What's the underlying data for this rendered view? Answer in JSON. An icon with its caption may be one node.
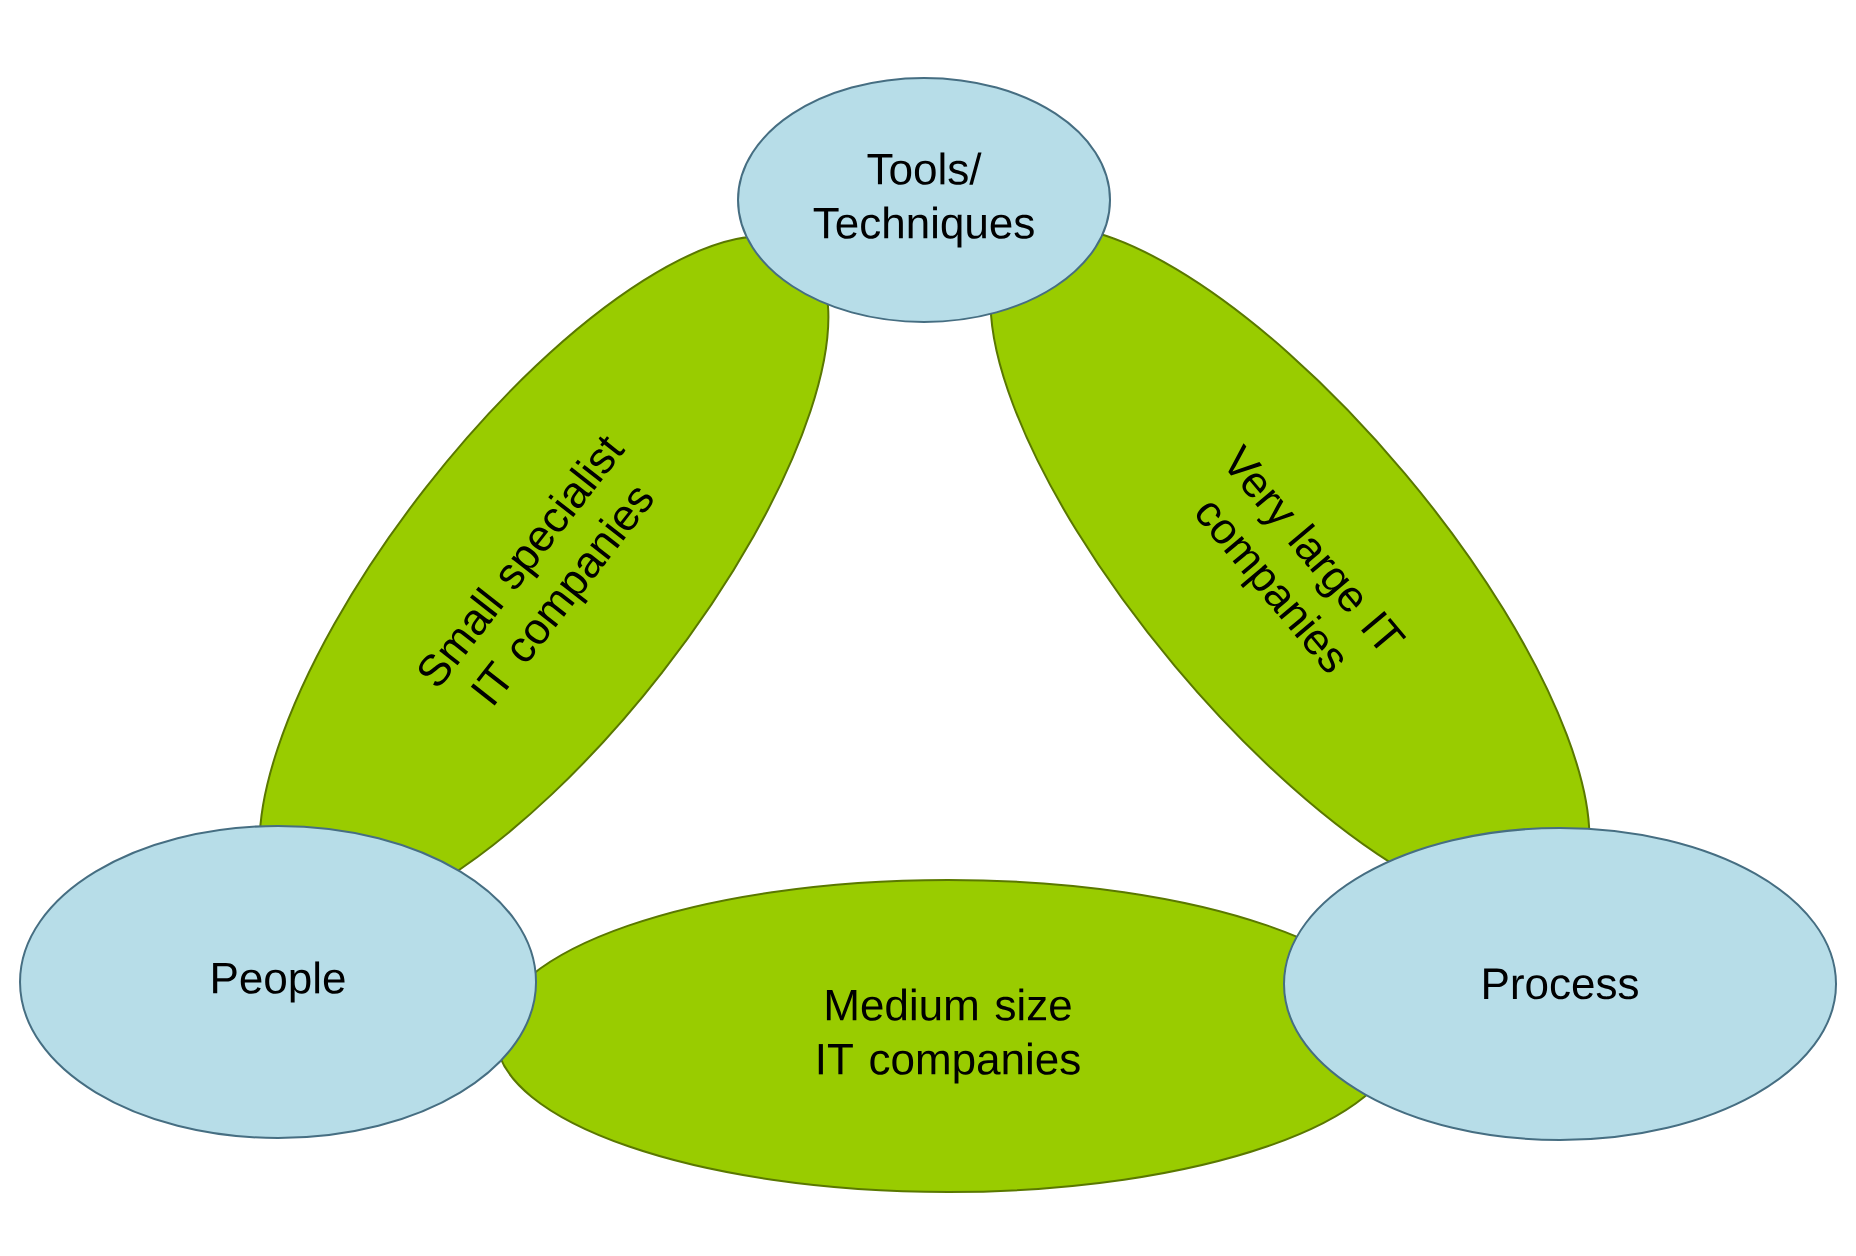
{
  "diagram": {
    "nodes": [
      {
        "text": [
          "Tools/ Techniques"
        ]
      },
      {
        "text": [
          "Small specialist IT companies"
        ]
      },
      {
        "text": [
          "Very large IT companies"
        ]
      },
      {
        "text": [
          "People"
        ]
      },
      {
        "text": [
          "Medium size IT companies"
        ]
      },
      {
        "text": [
          "Process"
        ]
      }
    ]
  }
}
